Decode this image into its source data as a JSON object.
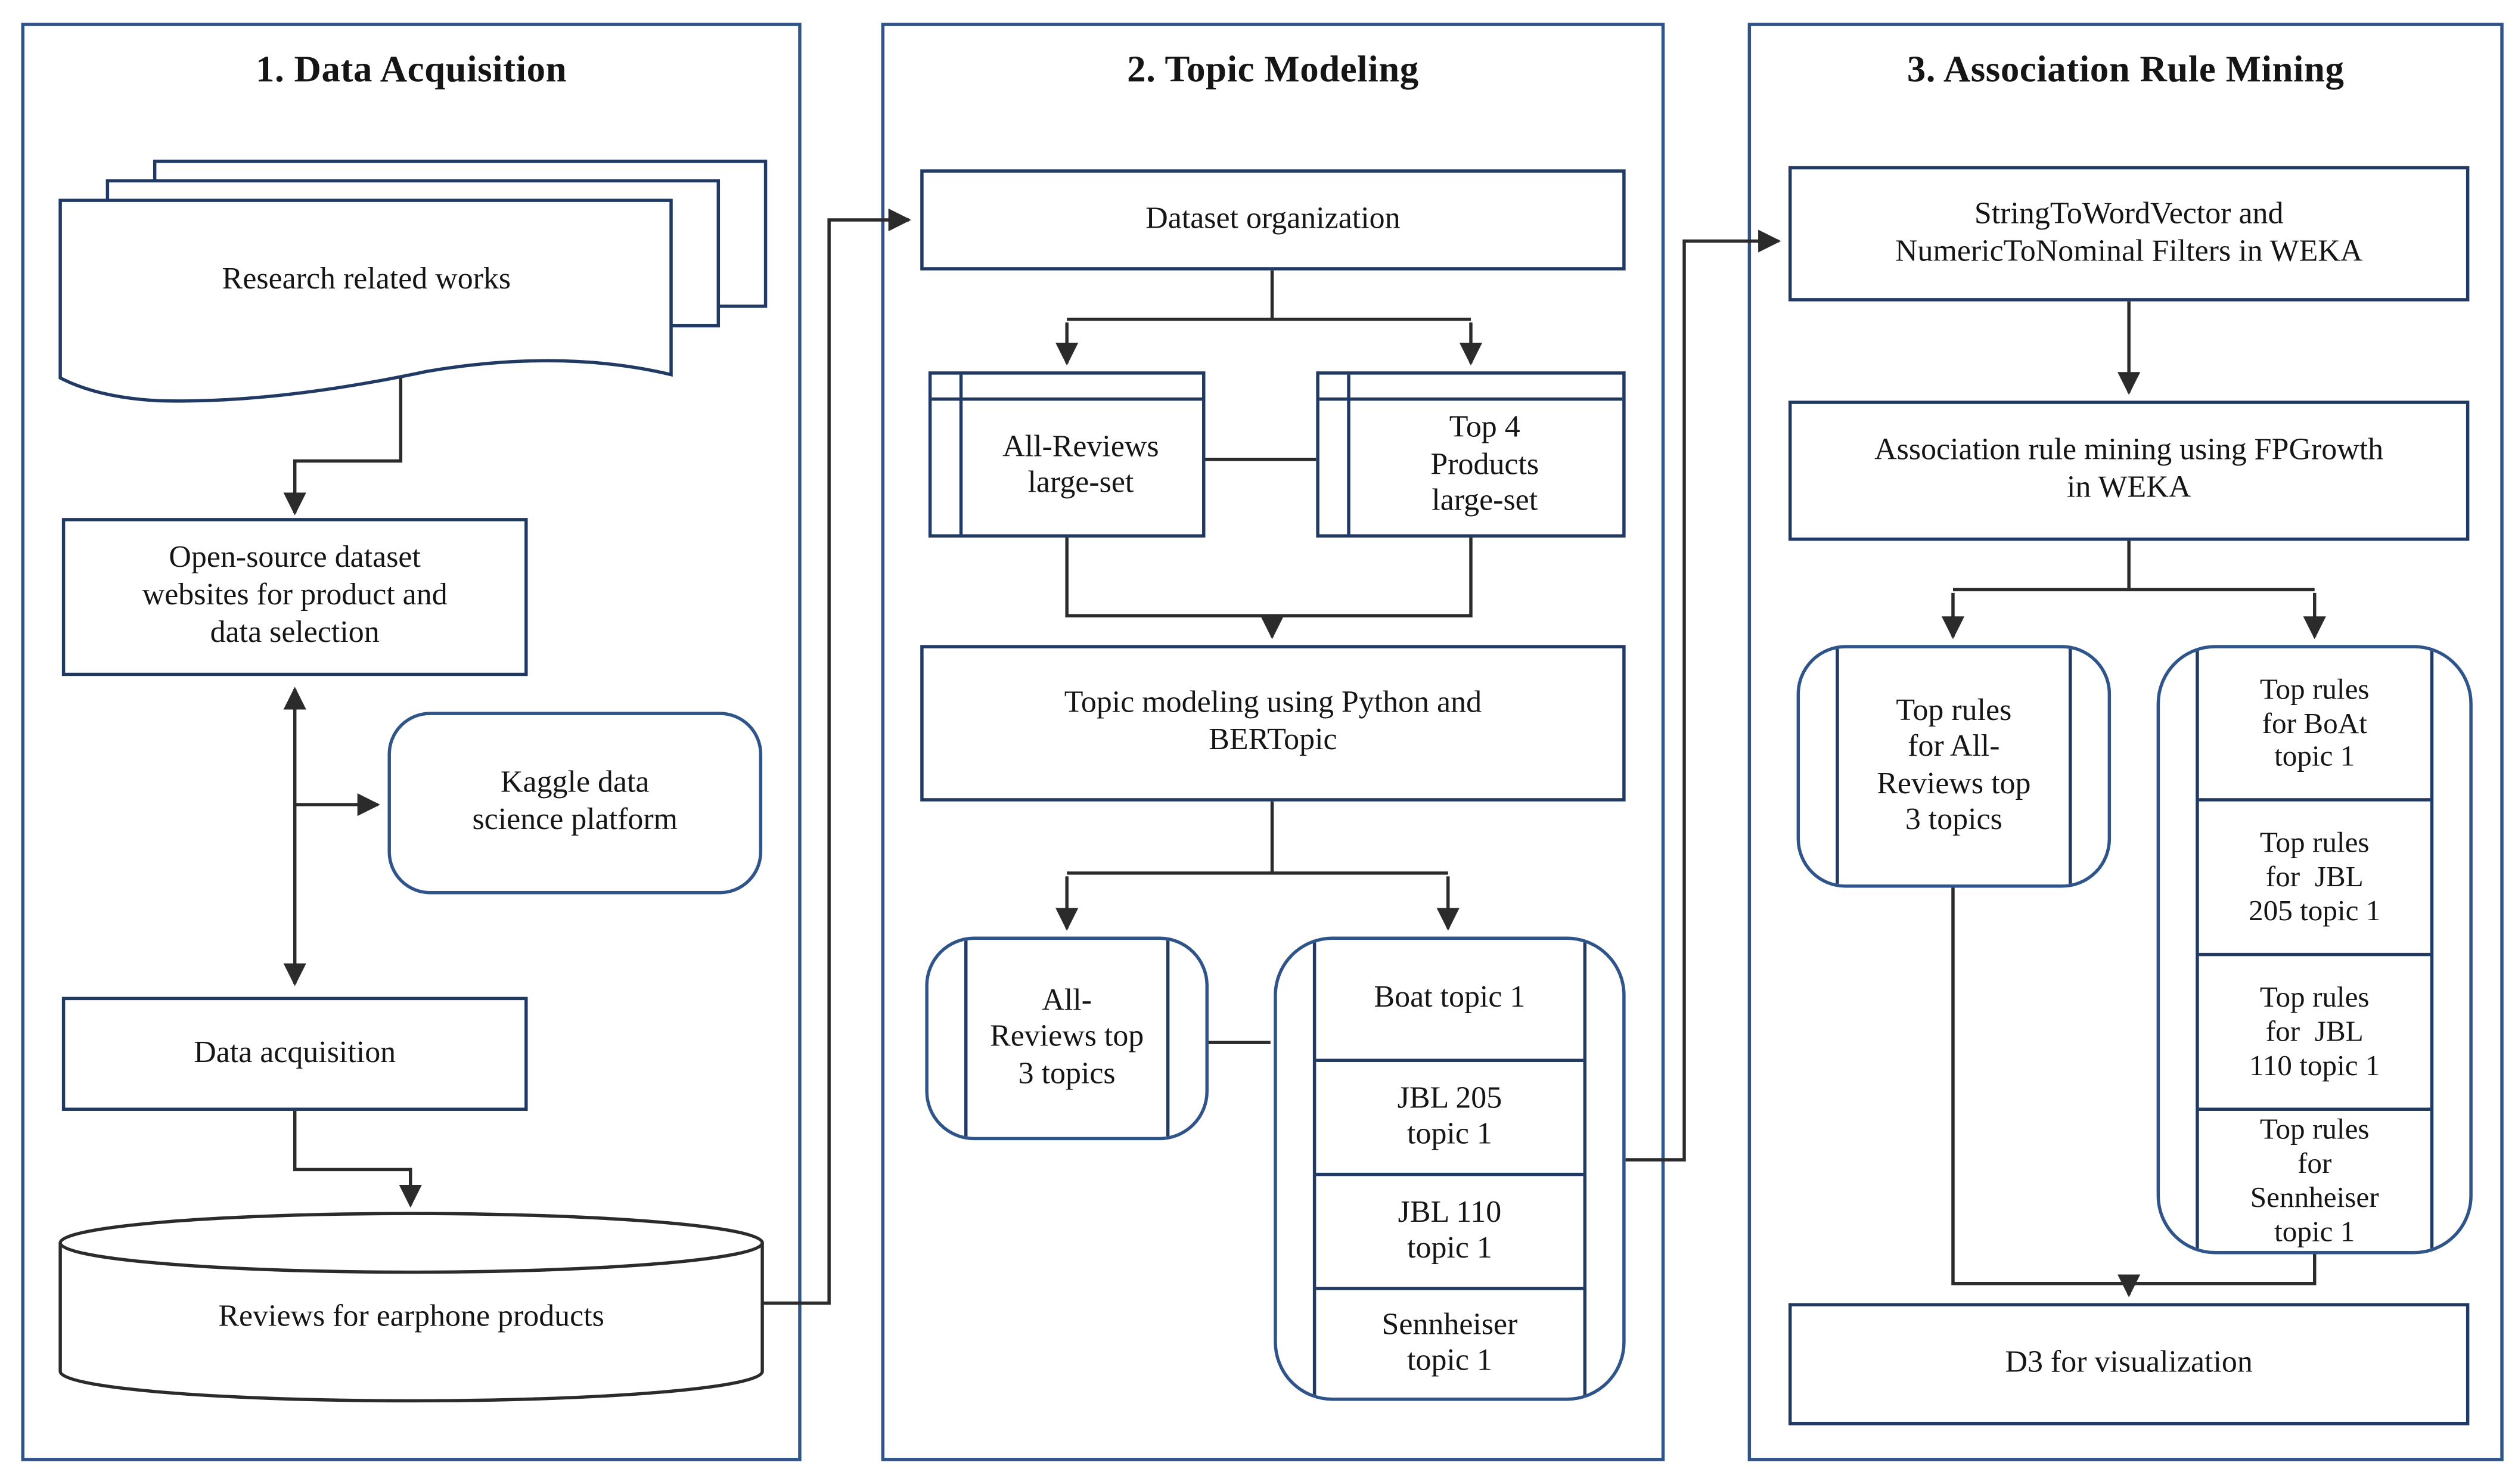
{
  "colors": {
    "panel_border": "#2e548a",
    "box_border": "#203a64",
    "connector": "#2b2b2b",
    "text": "#151515",
    "background": "#ffffff"
  },
  "panels": {
    "p1": {
      "title": "1. Data Acquisition",
      "document": {
        "lines": [
          "Research related works"
        ]
      },
      "open_source": {
        "lines": [
          "Open-source dataset",
          "websites for product and",
          "data selection"
        ]
      },
      "kaggle": {
        "lines": [
          "Kaggle data",
          "science platform"
        ]
      },
      "data_acquisition": {
        "lines": [
          "Data acquisition"
        ]
      },
      "reviews_db": {
        "lines": [
          "Reviews for earphone products"
        ]
      }
    },
    "p2": {
      "title": "2. Topic Modeling",
      "dataset_org": {
        "lines": [
          "Dataset organization"
        ]
      },
      "all_reviews_set": {
        "lines": [
          "All-Reviews",
          "large-set"
        ]
      },
      "top4_set": {
        "lines": [
          "Top 4",
          "Products",
          "large-set"
        ]
      },
      "topic_modeling": {
        "lines": [
          "Topic modeling using Python and",
          "BERTopic"
        ]
      },
      "all_reviews_topics": {
        "lines": [
          "All-",
          "Reviews top",
          "3 topics"
        ]
      },
      "product_topics": {
        "cells": [
          {
            "lines": [
              "Boat topic 1"
            ]
          },
          {
            "lines": [
              "JBL 205",
              "topic 1"
            ]
          },
          {
            "lines": [
              "JBL 110",
              "topic 1"
            ]
          },
          {
            "lines": [
              "Sennheiser",
              "topic 1"
            ]
          }
        ]
      }
    },
    "p3": {
      "title": "3. Association Rule Mining",
      "weka_filters": {
        "lines": [
          "StringToWordVector and",
          "NumericToNominal Filters in WEKA"
        ]
      },
      "fpgrowth": {
        "lines": [
          "Association rule mining using FPGrowth",
          "in WEKA"
        ]
      },
      "top_rules_all": {
        "lines": [
          "Top rules",
          "for All-",
          "Reviews top",
          "3 topics"
        ]
      },
      "top_rules_products": {
        "cells": [
          {
            "lines": [
              "Top rules",
              "for BoAt",
              "topic 1"
            ]
          },
          {
            "lines": [
              "Top rules",
              "for  JBL",
              "205 topic 1"
            ]
          },
          {
            "lines": [
              "Top rules",
              "for  JBL",
              "110 topic 1"
            ]
          },
          {
            "lines": [
              "Top rules",
              "for",
              "Sennheiser",
              "topic 1"
            ]
          }
        ]
      },
      "d3_viz": {
        "lines": [
          "D3 for visualization"
        ]
      }
    }
  }
}
